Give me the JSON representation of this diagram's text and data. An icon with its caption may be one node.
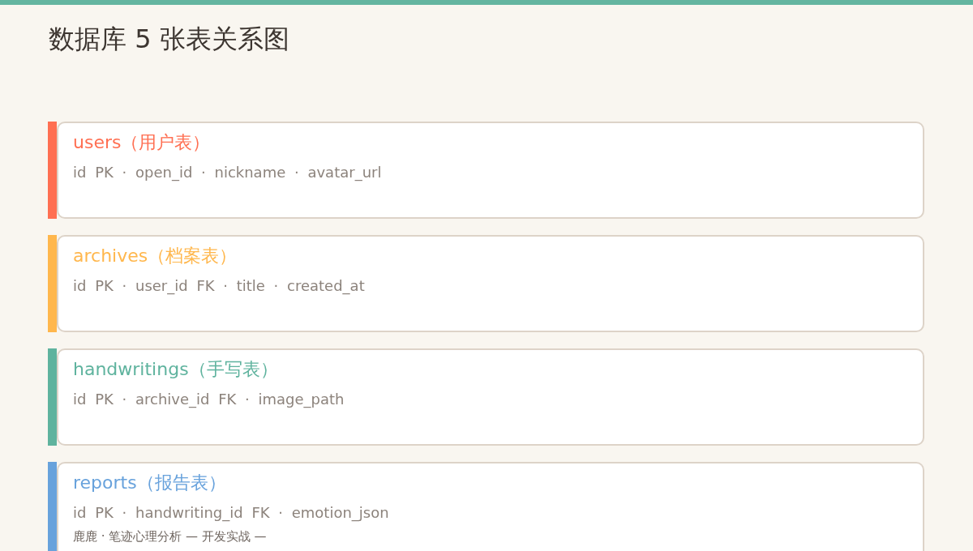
{
  "diagram": {
    "title": "数据库 5 张表关系图",
    "nodes": [
      {
        "text": [
          "users（用户表）",
          "id PK · open_id · nickname · avatar_url"
        ]
      },
      {
        "text": [
          "archives（档案表）",
          "id PK · user_id FK · title · created_at"
        ]
      },
      {
        "text": [
          "handwritings（手写表）",
          "id PK · archive_id FK · image_path"
        ]
      },
      {
        "text": [
          "reports（报告表）",
          "id PK · handwriting_id FK · emotion_json"
        ]
      }
    ],
    "labels": [
      "鹿鹿 · 笔迹心理分析 — 开发实战 —"
    ]
  }
}
